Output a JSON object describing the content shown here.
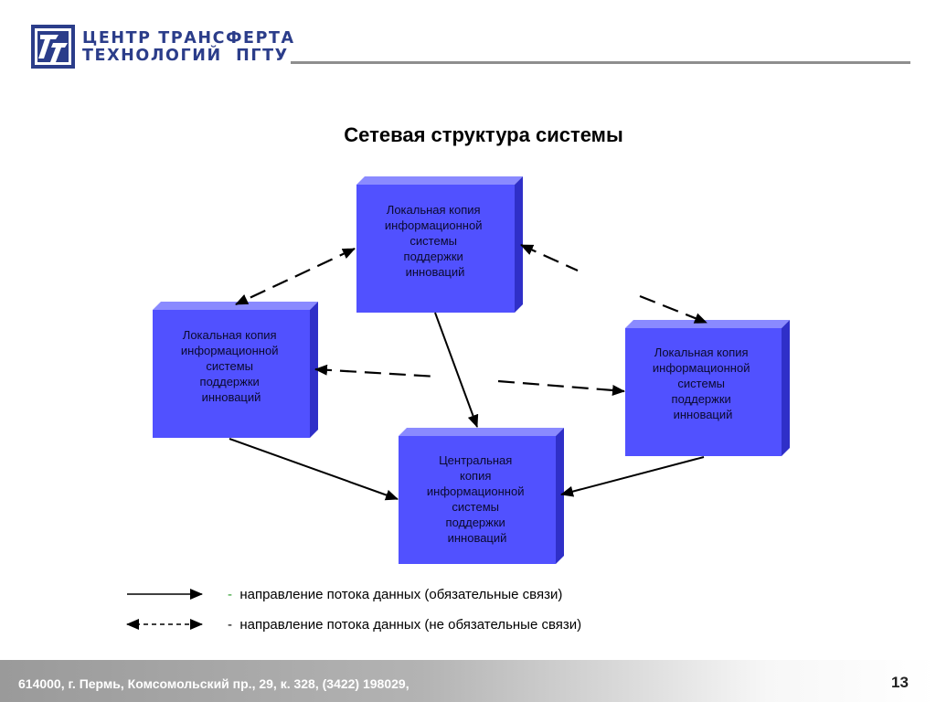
{
  "header": {
    "logo_line1": "ЦЕНТР ТРАНСФЕРТА",
    "logo_line2": "ТЕХНОЛОГИЙ  ПГТУ",
    "brand_color": "#2b3d8a",
    "logo_icon": "tt-logo-icon"
  },
  "title": "Сетевая структура системы",
  "boxes": [
    {
      "id": "top",
      "lines": [
        "Локальная копия",
        "информационной",
        "системы",
        "поддержки",
        "инноваций"
      ]
    },
    {
      "id": "left",
      "lines": [
        "Локальная копия",
        "информационной",
        "системы",
        "поддержки",
        "инноваций"
      ]
    },
    {
      "id": "right",
      "lines": [
        "Локальная копия",
        "информационной",
        "системы",
        "поддержки",
        "инноваций"
      ]
    },
    {
      "id": "center",
      "lines": [
        "Центральная",
        "копия",
        "информационной",
        "системы",
        "поддержки",
        "инноваций"
      ]
    }
  ],
  "colors": {
    "box_front": "#5151ff",
    "box_top": "#8a8aff",
    "box_side": "#2f2fc8",
    "arrow": "#000000"
  },
  "legend": [
    {
      "style": "solid",
      "dash": "-",
      "text": "направление потока данных (обязательные связи)"
    },
    {
      "style": "dashed",
      "dash": "-",
      "text": "направление потока данных (не обязательные связи)"
    }
  ],
  "footer": {
    "address": "614000, г. Пермь, Комсомольский пр., 29, к. 328, (3422) 198029,",
    "page_number": "13"
  }
}
